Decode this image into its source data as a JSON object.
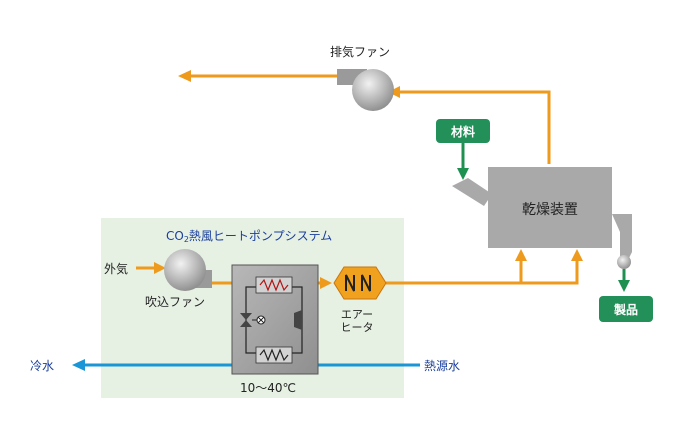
{
  "labels": {
    "exhaust_fan": "排気ファン",
    "material": "材料",
    "dryer": "乾燥装置",
    "product": "製品",
    "system_title_co2": "CO",
    "system_title_sub": "2",
    "system_title_rest": "熱風ヒートポンプシステム",
    "outside_air": "外気",
    "intake_fan": "吹込ファン",
    "air_heater_line1": "エアー",
    "air_heater_line2": "ヒータ",
    "cold_water": "冷水",
    "heat_source_water": "熱源水",
    "temperature_range": "10～40℃"
  },
  "colors": {
    "air_flow": "#ee9a1c",
    "water_flow": "#1a96d6",
    "product_flow": "#1e9150",
    "system_panel": "#e6f0e3",
    "equipment_gray": "#a9a9a9",
    "label_green": "#23905a",
    "title_blue": "#1a3e9c"
  },
  "icons": {
    "exhaust_fan": "blower-fan-icon",
    "intake_fan": "blower-fan-icon",
    "air_heater": "heater-coil-icon",
    "heat_pump": "heat-pump-cycle-icon"
  }
}
